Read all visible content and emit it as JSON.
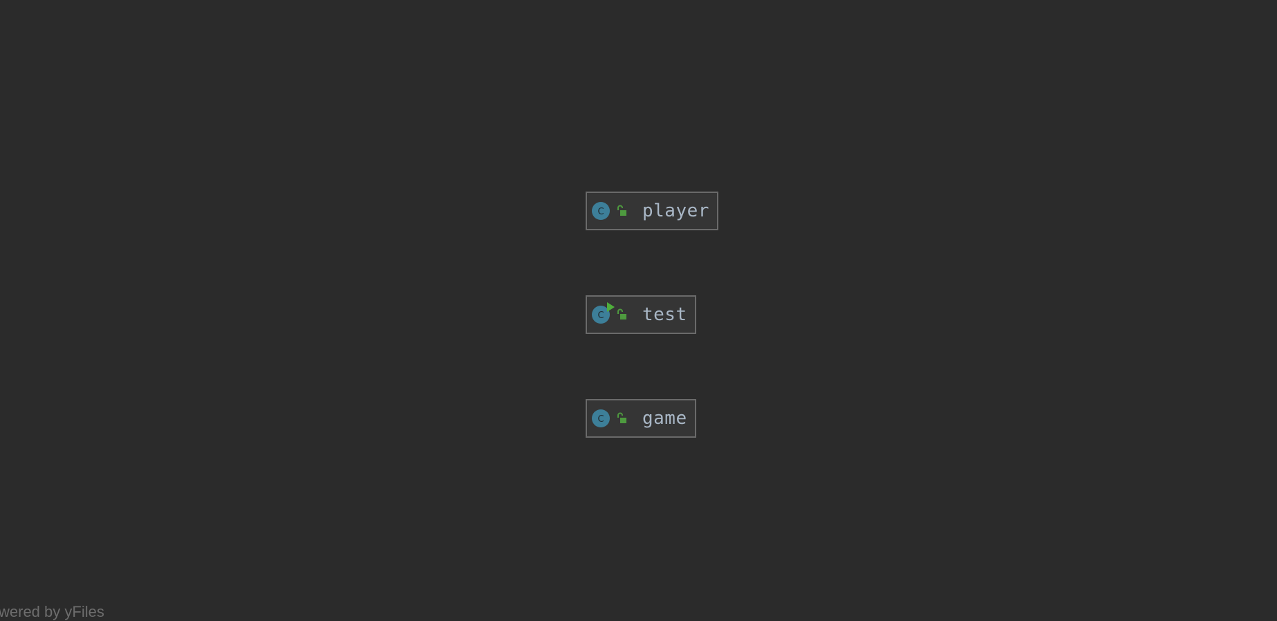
{
  "diagram": {
    "nodes": [
      {
        "id": "player",
        "label": "player",
        "icon": "class-icon",
        "visibility_icon": "public-lock-icon",
        "runnable": false
      },
      {
        "id": "test",
        "label": "test",
        "icon": "runnable-class-icon",
        "visibility_icon": "public-lock-icon",
        "runnable": true
      },
      {
        "id": "game",
        "label": "game",
        "icon": "class-icon",
        "visibility_icon": "public-lock-icon",
        "runnable": false
      }
    ],
    "class_icon_letter": "C"
  },
  "footer": {
    "watermark": "wered by yFiles"
  },
  "colors": {
    "background": "#2b2b2b",
    "node_fill": "#353535",
    "node_border": "#6a6a6a",
    "class_icon": "#3d7f99",
    "lock_green": "#4e9a3f",
    "label_text": "#a9b7c6",
    "watermark_text": "#6d6d6d"
  }
}
